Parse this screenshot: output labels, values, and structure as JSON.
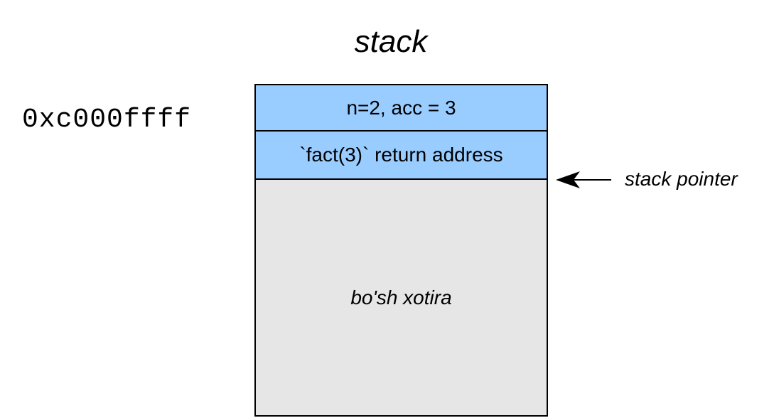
{
  "diagram": {
    "title": "stack",
    "address_label": "0xc000ffff",
    "frames": [
      {
        "label": "n=2, acc = 3"
      },
      {
        "label": "`fact(3)` return address"
      }
    ],
    "free_memory_label": "bo'sh xotira",
    "pointer_label": "stack pointer"
  },
  "colors": {
    "frame_fill": "#99ccff",
    "free_fill": "#e6e6e6",
    "outline": "#000000"
  }
}
